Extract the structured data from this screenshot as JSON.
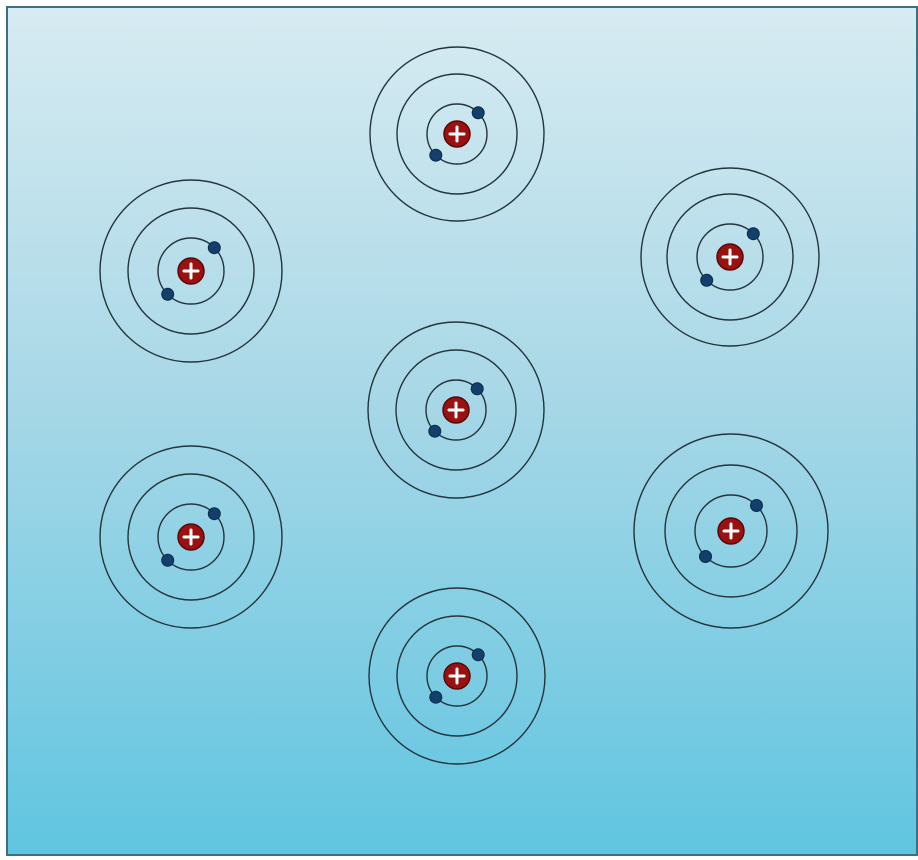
{
  "scene": {
    "description_free": true,
    "atoms": [
      {
        "id": "atom-top-center",
        "nucleus_charge": "+",
        "electrons": 2,
        "orbits": 3
      },
      {
        "id": "atom-upper-left",
        "nucleus_charge": "+",
        "electrons": 2,
        "orbits": 3
      },
      {
        "id": "atom-upper-right",
        "nucleus_charge": "+",
        "electrons": 2,
        "orbits": 3
      },
      {
        "id": "atom-middle-center",
        "nucleus_charge": "+",
        "electrons": 2,
        "orbits": 3
      },
      {
        "id": "atom-lower-left",
        "nucleus_charge": "+",
        "electrons": 2,
        "orbits": 3
      },
      {
        "id": "atom-lower-right",
        "nucleus_charge": "+",
        "electrons": 2,
        "orbits": 3
      },
      {
        "id": "atom-bottom-center",
        "nucleus_charge": "+",
        "electrons": 2,
        "orbits": 3
      }
    ],
    "colors": {
      "background_top": "#d7ebf2",
      "background_bottom": "#60c5e0",
      "nucleus": "#9b1111",
      "electron": "#123f6b",
      "orbit": "#24343b"
    }
  }
}
